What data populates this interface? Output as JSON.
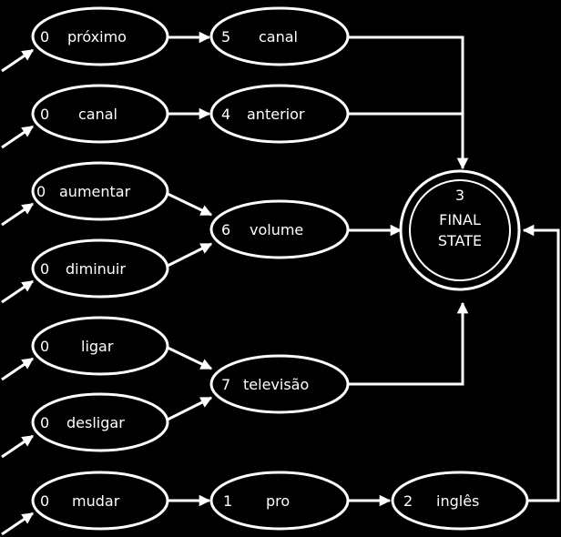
{
  "colors": {
    "background": "#000000",
    "foreground": "#ffffff"
  },
  "nodes": {
    "proximo": {
      "state": "0",
      "word": "próximo"
    },
    "canal_a": {
      "state": "0",
      "word": "canal"
    },
    "aumentar": {
      "state": "0",
      "word": "aumentar"
    },
    "diminuir": {
      "state": "0",
      "word": "diminuir"
    },
    "ligar": {
      "state": "0",
      "word": "ligar"
    },
    "desligar": {
      "state": "0",
      "word": "desligar"
    },
    "mudar": {
      "state": "0",
      "word": "mudar"
    },
    "canal_b": {
      "state": "5",
      "word": "canal"
    },
    "anterior": {
      "state": "4",
      "word": "anterior"
    },
    "volume": {
      "state": "6",
      "word": "volume"
    },
    "televisao": {
      "state": "7",
      "word": "televisão"
    },
    "pro": {
      "state": "1",
      "word": "pro"
    },
    "ingles": {
      "state": "2",
      "word": "inglês"
    }
  },
  "final": {
    "state": "3",
    "line1": "FINAL",
    "line2": "STATE"
  }
}
